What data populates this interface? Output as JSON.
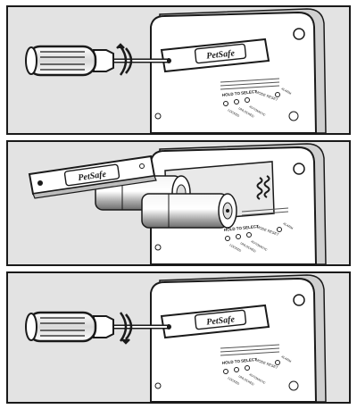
{
  "brand": {
    "logo_text": "PetSafe"
  },
  "labels": {
    "hold_to_select": "HOLD TO SELECT",
    "mode_reset": "MODE RESET",
    "options": [
      "LOCKED",
      "UNLOCKED",
      "AUTOMATIC",
      "ALARM"
    ]
  },
  "colors": {
    "panel_bg": "#e3e3e3",
    "housing_fill": "#ffffff",
    "outline": "#1a1a1a",
    "battery_shade": "#9a9a9a"
  },
  "steps": [
    {
      "action": "unscrew-battery-cover",
      "tool": "screwdriver-icon"
    },
    {
      "action": "remove-cover-insert-batteries",
      "battery_count": 2
    },
    {
      "action": "replace-cover-screw-in",
      "tool": "screwdriver-icon"
    }
  ]
}
